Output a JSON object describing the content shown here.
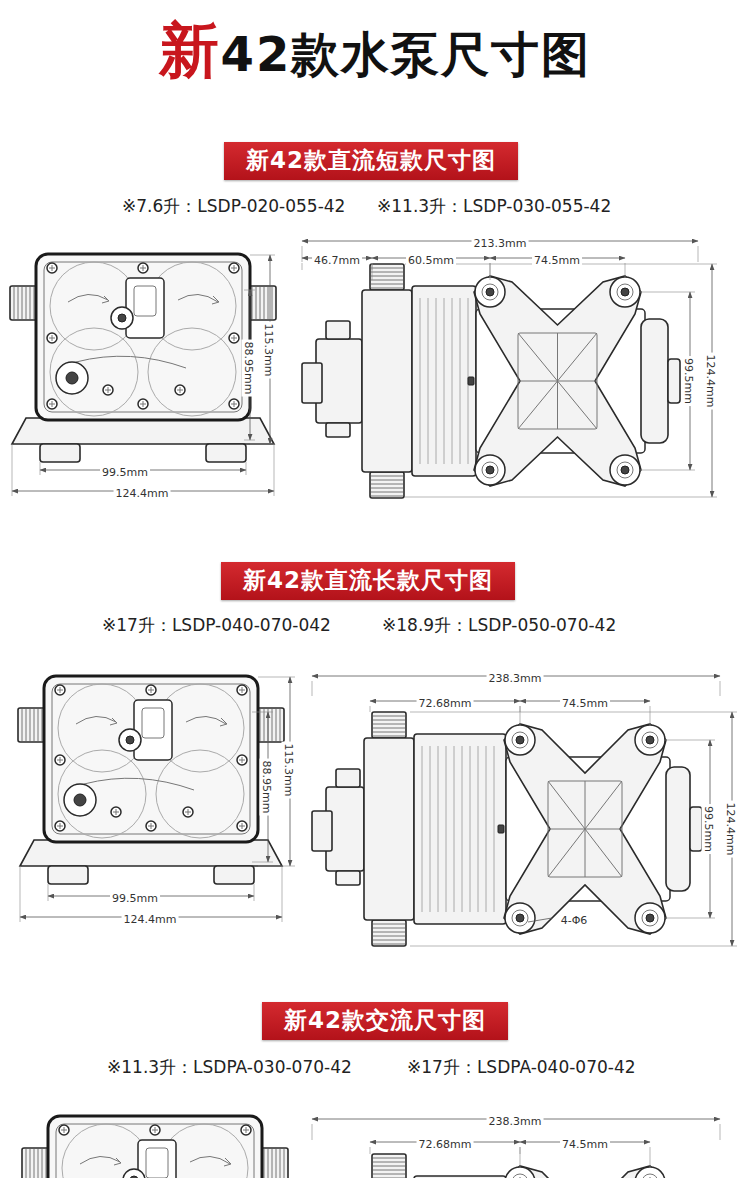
{
  "diagram": {
    "title": "新42款水泵尺寸图",
    "nodes": [
      {
        "text": [
          "新42款直流短款尺寸图"
        ]
      },
      {
        "text": [
          "新42款直流长款尺寸图"
        ]
      },
      {
        "text": [
          "新42款交流尺寸图"
        ]
      }
    ],
    "labels": [
      "※7.6升：LSDP-020-055-42",
      "※11.3升：LSDP-030-055-42",
      "213.3mm",
      "46.7mm",
      "60.5mm",
      "74.5mm",
      "115.3mm",
      "88.95mm",
      "99.5mm",
      "124.4mm",
      "99.5mm",
      "124.4mm",
      "※17升：LSDP-040-070-042",
      "※18.9升：LSDP-050-070-42",
      "238.3mm",
      "72.68mm",
      "74.5mm",
      "115.3mm",
      "88.95mm",
      "99.5mm",
      "124.4mm",
      "99.5mm",
      "124.4mm",
      "4-Φ6",
      "※11.3升：LSDPA-030-070-42",
      "※17升：LSDPA-040-070-42",
      "238.3mm",
      "72.68mm",
      "74.5mm"
    ]
  }
}
